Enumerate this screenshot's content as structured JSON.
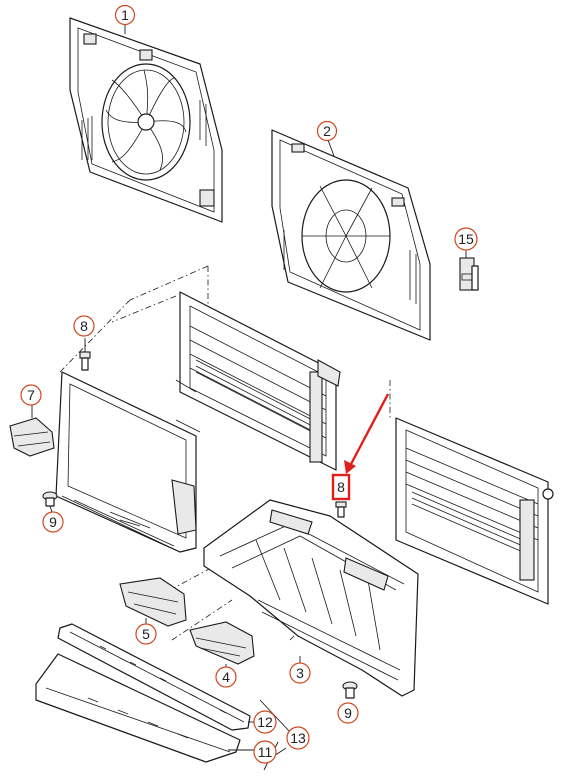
{
  "diagram": {
    "highlight_color": "#d2461e",
    "arrow_color": "#e0201a",
    "highlighted_callout": "8",
    "callouts": [
      {
        "id": "c1",
        "label": "1"
      },
      {
        "id": "c2",
        "label": "2"
      },
      {
        "id": "c15",
        "label": "15"
      },
      {
        "id": "c8a",
        "label": "8"
      },
      {
        "id": "c7",
        "label": "7"
      },
      {
        "id": "c9a",
        "label": "9"
      },
      {
        "id": "c8b",
        "label": "8"
      },
      {
        "id": "c5",
        "label": "5"
      },
      {
        "id": "c4",
        "label": "4"
      },
      {
        "id": "c3",
        "label": "3"
      },
      {
        "id": "c9b",
        "label": "9"
      },
      {
        "id": "c12",
        "label": "12"
      },
      {
        "id": "c13",
        "label": "13"
      },
      {
        "id": "c11",
        "label": "11"
      }
    ]
  }
}
